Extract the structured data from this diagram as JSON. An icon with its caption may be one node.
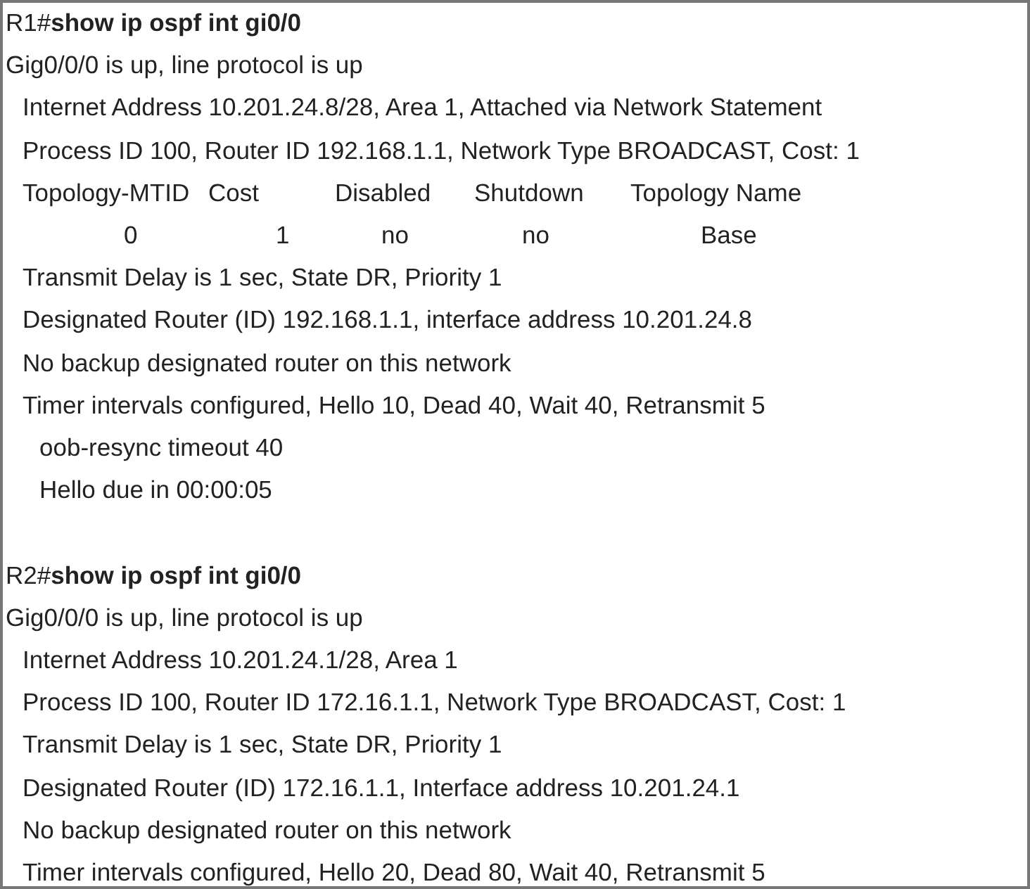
{
  "diagram": {
    "labels": [
      "R1#**show ip ospf int gi0/0**",
      "Gig0/0/0 is up, line protocol is up",
      "Internet Address 10.201.24.8/28, Area 1, Attached via Network Statement",
      "Process ID 100, Router ID 192.168.1.1, Network Type BROADCAST, Cost: 1",
      "Topology-MTID",
      "Cost",
      "Disabled",
      "Shutdown",
      "Topology Name",
      "0",
      "1",
      "no",
      "no",
      "Base",
      "Transmit Delay is 1 sec, State DR, Priority 1",
      "Designated Router (ID) 192.168.1.1, interface address 10.201.24.8",
      "No backup designated router on this network",
      "Timer intervals configured, Hello 10, Dead 40, Wait 40, Retransmit 5",
      "oob-resync timeout 40",
      "Hello due in 00:00:05",
      "R2#**show ip ospf int gi0/0**",
      "Gig0/0/0 is up, line protocol is up",
      "Internet Address 10.201.24.1/28, Area 1",
      "Process ID 100, Router ID 172.16.1.1, Network Type BROADCAST, Cost: 1",
      "Transmit Delay is 1 sec, State DR, Priority 1",
      "Designated Router (ID) 172.16.1.1, Interface address 10.201.24.1",
      "No backup designated router on this network",
      "Timer intervals configured, Hello 20, Dead 80, Wait 40, Retransmit 5"
    ]
  }
}
